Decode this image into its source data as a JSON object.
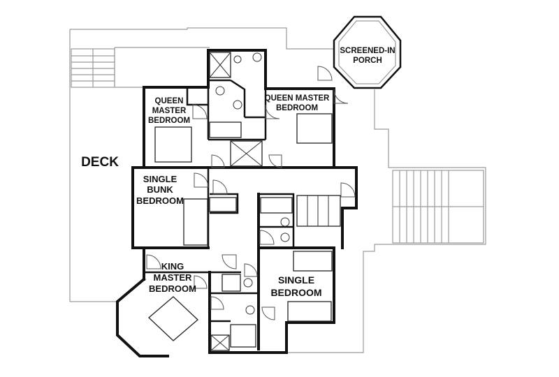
{
  "rooms": {
    "deck": "DECK",
    "porch_1": "SCREENED-IN",
    "porch_2": "PORCH",
    "queen_left_1": "QUEEN",
    "queen_left_2": "MASTER",
    "queen_left_3": "BEDROOM",
    "queen_right_1": "QUEEN MASTER",
    "queen_right_2": "BEDROOM",
    "bunk_1": "SINGLE",
    "bunk_2": "BUNK",
    "bunk_3": "BEDROOM",
    "king_1": "KING",
    "king_2": "MASTER",
    "king_3": "BEDROOM",
    "single_1": "SINGLE",
    "single_2": "BEDROOM"
  }
}
